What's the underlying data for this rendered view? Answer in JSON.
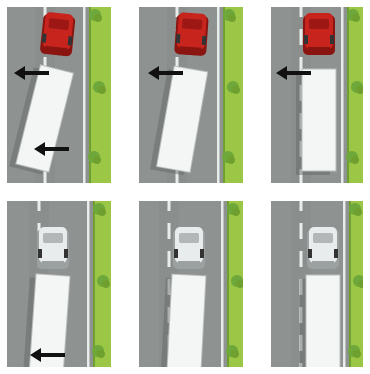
{
  "figure": {
    "colors": {
      "background": "#ffffff",
      "road": "#8e9291",
      "road_dark": "#7f8382",
      "lane_marking": "#e8ecea",
      "verge": "#9cc646",
      "verge_dark": "#6f9f2e",
      "shrub": "#6fa83a",
      "cab_red": "#c8241e",
      "cab_red_dark": "#8a1410",
      "cab_white": "#e9ecec",
      "cab_white_dark": "#9ba1a1",
      "trailer": "#f4f5f5",
      "trailer_edge": "#b9bdbd",
      "arrow": "#111111",
      "shadow": "#5f6363"
    },
    "panels": [
      {
        "id": "p1",
        "cab": "red",
        "trailer_angle_deg": 14,
        "cab_angle_deg": 6,
        "arrows": [
          "cab",
          "trailer-rear"
        ]
      },
      {
        "id": "p2",
        "cab": "red",
        "trailer_angle_deg": 10,
        "cab_angle_deg": 4,
        "arrows": [
          "cab"
        ]
      },
      {
        "id": "p3",
        "cab": "red",
        "trailer_angle_deg": 0,
        "cab_angle_deg": 0,
        "arrows": [
          "cab"
        ]
      },
      {
        "id": "p4",
        "cab": "white",
        "trailer_angle_deg": 4,
        "cab_angle_deg": 0,
        "arrows": [
          "trailer-rear"
        ]
      },
      {
        "id": "p5",
        "cab": "white",
        "trailer_angle_deg": 3,
        "cab_angle_deg": 0,
        "arrows": []
      },
      {
        "id": "p6",
        "cab": "white",
        "trailer_angle_deg": 0,
        "cab_angle_deg": 0,
        "arrows": []
      }
    ]
  }
}
